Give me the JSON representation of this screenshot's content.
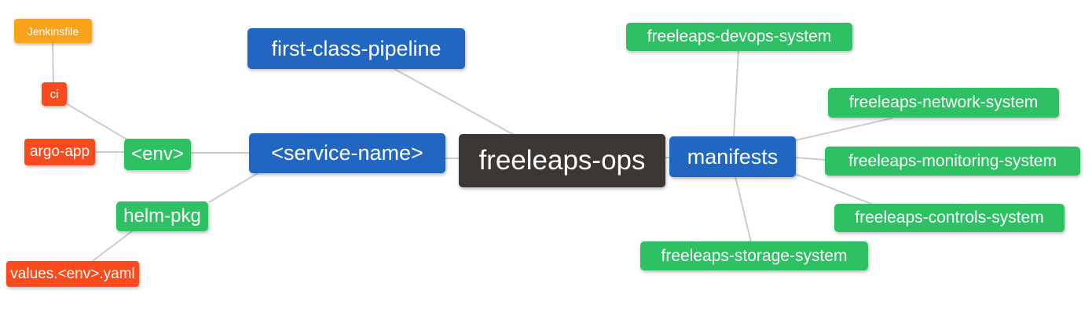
{
  "palette": {
    "root_dark": "#3B3735",
    "branch_blue": "#2167C1",
    "leaf_green": "#2DC164",
    "leaf_red": "#FA4B1D",
    "leaf_orange": "#F9A21B",
    "connector_gray": "#CCCCCC"
  },
  "diagram_type": "mindmap",
  "nodes": [
    {
      "id": "freeleaps-ops",
      "label": "freeleaps-ops",
      "color": "#3B3735"
    },
    {
      "id": "first-class-pipeline",
      "label": "first-class-pipeline",
      "color": "#2167C1"
    },
    {
      "id": "service-name",
      "label": "<service-name>",
      "color": "#2167C1"
    },
    {
      "id": "manifests",
      "label": "manifests",
      "color": "#2167C1"
    },
    {
      "id": "env",
      "label": "<env>",
      "color": "#2DC164"
    },
    {
      "id": "helm-pkg",
      "label": "helm-pkg",
      "color": "#2DC164"
    },
    {
      "id": "ci",
      "label": "ci",
      "color": "#FA4B1D"
    },
    {
      "id": "argo-app",
      "label": "argo-app",
      "color": "#FA4B1D"
    },
    {
      "id": "values-env-yaml",
      "label": "values.<env>.yaml",
      "color": "#FA4B1D"
    },
    {
      "id": "jenkinsfile",
      "label": "Jenkinsfile",
      "color": "#F9A21B"
    },
    {
      "id": "freeleaps-devops-system",
      "label": "freeleaps-devops-system",
      "color": "#2DC164"
    },
    {
      "id": "freeleaps-network-system",
      "label": "freeleaps-network-system",
      "color": "#2DC164"
    },
    {
      "id": "freeleaps-monitoring-system",
      "label": "freeleaps-monitoring-system",
      "color": "#2DC164"
    },
    {
      "id": "freeleaps-controls-system",
      "label": "freeleaps-controls-system",
      "color": "#2DC164"
    },
    {
      "id": "freeleaps-storage-system",
      "label": "freeleaps-storage-system",
      "color": "#2DC164"
    }
  ],
  "edges": [
    {
      "from": "jenkinsfile",
      "to": "ci"
    },
    {
      "from": "ci",
      "to": "env"
    },
    {
      "from": "argo-app",
      "to": "env"
    },
    {
      "from": "env",
      "to": "service-name"
    },
    {
      "from": "helm-pkg",
      "to": "service-name"
    },
    {
      "from": "values-env-yaml",
      "to": "helm-pkg"
    },
    {
      "from": "first-class-pipeline",
      "to": "freeleaps-ops"
    },
    {
      "from": "service-name",
      "to": "freeleaps-ops"
    },
    {
      "from": "freeleaps-ops",
      "to": "manifests"
    },
    {
      "from": "manifests",
      "to": "freeleaps-devops-system"
    },
    {
      "from": "manifests",
      "to": "freeleaps-network-system"
    },
    {
      "from": "manifests",
      "to": "freeleaps-monitoring-system"
    },
    {
      "from": "manifests",
      "to": "freeleaps-controls-system"
    },
    {
      "from": "manifests",
      "to": "freeleaps-storage-system"
    }
  ]
}
